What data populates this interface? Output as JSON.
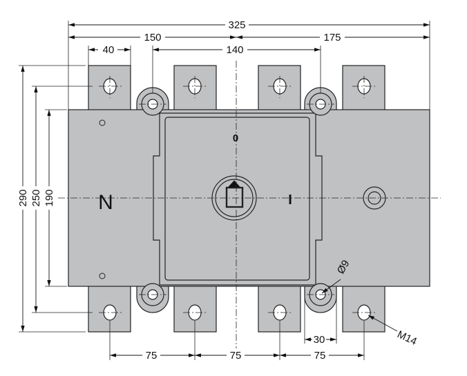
{
  "dimensions": {
    "overall_width": "325",
    "left_width": "150",
    "right_width": "175",
    "terminal_width": "40",
    "mount_spacing": "140",
    "overall_height": "290",
    "hole_height": "250",
    "body_height": "190",
    "pitch_1": "75",
    "pitch_2": "75",
    "pitch_3": "75",
    "lug_width": "30",
    "mount_hole": "Ø9",
    "terminal_thread": "M14"
  },
  "labels": {
    "neutral": "N",
    "position_off": "0",
    "position_on": "I"
  },
  "colors": {
    "body": "#c0c1c3",
    "line": "#222222"
  }
}
